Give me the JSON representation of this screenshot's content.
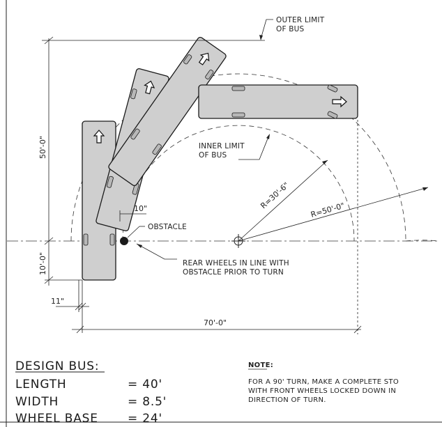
{
  "labels": {
    "outer_limit_1": "OUTER LIMIT",
    "outer_limit_2": "OF BUS",
    "inner_limit_1": "INNER LIMIT",
    "inner_limit_2": "OF BUS",
    "obstacle": "OBSTACLE",
    "rear_wheels_1": "REAR WHEELS IN LINE WITH",
    "rear_wheels_2": "OBSTACLE PRIOR TO TURN"
  },
  "dimensions": {
    "height_50": "50'-0\"",
    "height_10": "10'-0\"",
    "offset_10": "10\"",
    "offset_11": "11\"",
    "width_70": "70'-0\"",
    "radius_inner": "R=30'-6\"",
    "radius_outer": "R=50'-0\""
  },
  "design_bus": {
    "title": "DESIGN BUS:",
    "length_label": "LENGTH",
    "length_value": "= 40'",
    "width_label": "WIDTH",
    "width_value": "= 8.5'",
    "wheelbase_label": "WHEEL BASE",
    "wheelbase_value": "= 24'"
  },
  "note": {
    "title": "NOTE:",
    "line1": "FOR A 90' TURN, MAKE A COMPLETE STO",
    "line2": "WITH FRONT WHEELS LOCKED DOWN IN",
    "line3": "DIRECTION OF TURN."
  }
}
